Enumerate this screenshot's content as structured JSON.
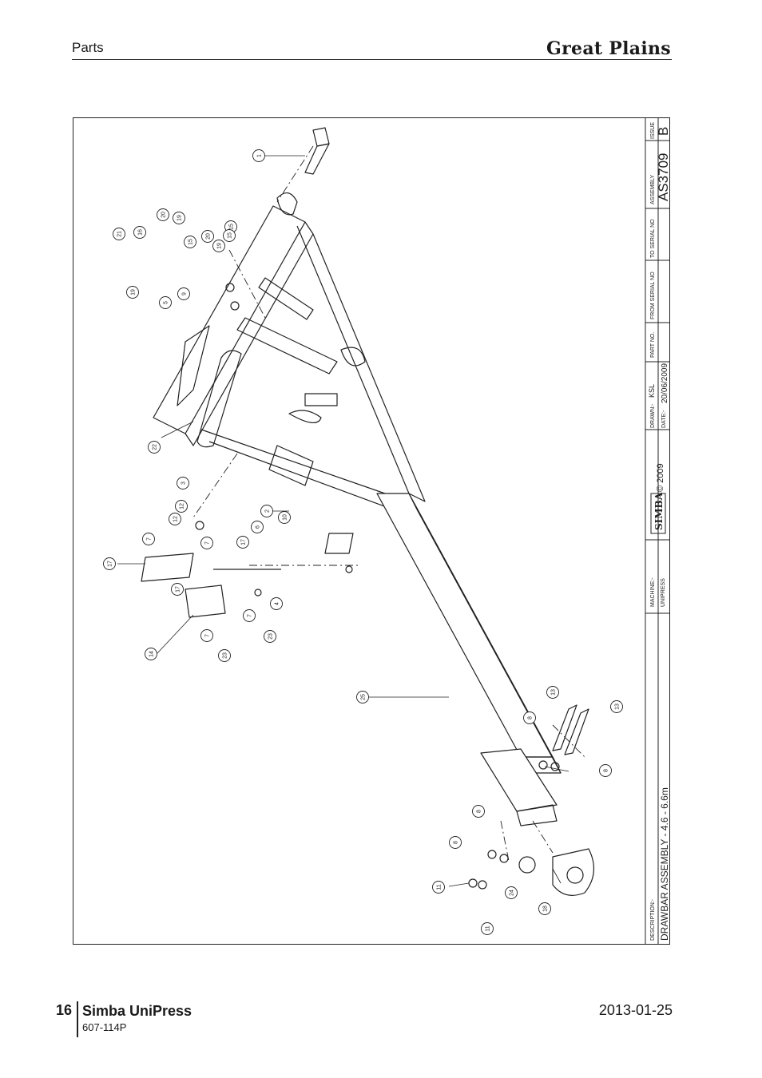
{
  "header": {
    "section": "Parts",
    "brand": "Great Plains"
  },
  "title_block": {
    "issue_label": "ISSUE",
    "issue": "B",
    "assembly_label": "ASSEMBLY",
    "assembly": "AS3709",
    "to_serial_label": "TO SERIAL NO",
    "from_serial_label": "FROM SERIAL NO",
    "part_no_label": "PART NO.",
    "drawn_label": "DRAWN:-",
    "drawn": "KSL",
    "date_label": "DATE:-",
    "date": "20/06/2009",
    "logo_text": "SIMBA",
    "copyright": "© 2009",
    "machine_label": "MACHINE:-",
    "machine": "UNIPRESS",
    "description_label": "DESCRIPTION:-",
    "description": "DRAWBAR ASSEMBLY - 4.6 - 6.6m"
  },
  "callouts": [
    "1",
    "2",
    "3",
    "4",
    "5",
    "6",
    "7",
    "7",
    "7",
    "7",
    "8",
    "8",
    "8",
    "8",
    "9",
    "10",
    "11",
    "11",
    "12",
    "12",
    "13",
    "13",
    "14",
    "15",
    "15",
    "15",
    "16",
    "17",
    "17",
    "17",
    "18",
    "19",
    "19",
    "19",
    "20",
    "20",
    "21",
    "22",
    "23",
    "23",
    "24",
    "25"
  ],
  "footer": {
    "page_number": "16",
    "title": "Simba UniPress",
    "code": "607-114P",
    "date": "2013-01-25"
  }
}
